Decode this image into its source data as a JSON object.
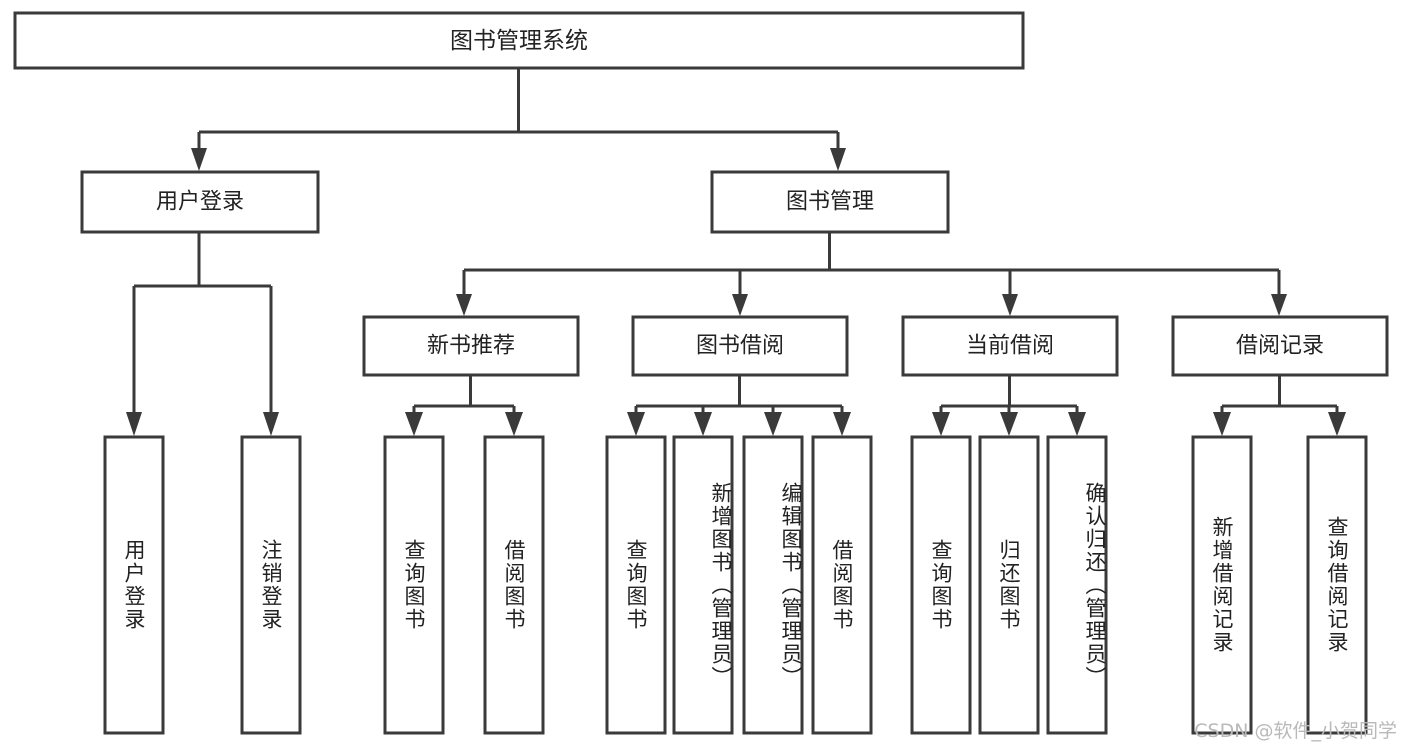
{
  "diagram": {
    "type": "tree-hierarchy",
    "title": "图书管理系统",
    "orientation": "top-down",
    "colors": {
      "box_stroke": "#3a3a3a",
      "box_fill": "#ffffff",
      "text": "#222222",
      "background": "#ffffff",
      "watermark": "#b9b9b9"
    },
    "levels": [
      {
        "level": 1,
        "nodes": [
          {
            "id": "root",
            "label": "图书管理系统",
            "orientation": "horizontal"
          }
        ]
      },
      {
        "level": 2,
        "nodes": [
          {
            "id": "user-login",
            "label": "用户登录",
            "orientation": "horizontal",
            "parent": "root"
          },
          {
            "id": "book-manage",
            "label": "图书管理",
            "orientation": "horizontal",
            "parent": "root"
          }
        ]
      },
      {
        "level": 3,
        "nodes": [
          {
            "id": "new-book-rec",
            "label": "新书推荐",
            "orientation": "horizontal",
            "parent": "book-manage"
          },
          {
            "id": "book-borrow",
            "label": "图书借阅",
            "orientation": "horizontal",
            "parent": "book-manage"
          },
          {
            "id": "current-borrow",
            "label": "当前借阅",
            "orientation": "horizontal",
            "parent": "book-manage"
          },
          {
            "id": "borrow-record",
            "label": "借阅记录",
            "orientation": "horizontal",
            "parent": "book-manage"
          }
        ]
      },
      {
        "level": 4,
        "nodes": [
          {
            "id": "leaf-user-login",
            "label": "用户登录",
            "orientation": "vertical",
            "parent": "user-login"
          },
          {
            "id": "leaf-logout",
            "label": "注销登录",
            "orientation": "vertical",
            "parent": "user-login"
          },
          {
            "id": "leaf-query-book-1",
            "label": "查询图书",
            "orientation": "vertical",
            "parent": "new-book-rec"
          },
          {
            "id": "leaf-borrow-book-1",
            "label": "借阅图书",
            "orientation": "vertical",
            "parent": "new-book-rec"
          },
          {
            "id": "leaf-query-book-2",
            "label": "查询图书",
            "orientation": "vertical",
            "parent": "book-borrow"
          },
          {
            "id": "leaf-add-book",
            "label": "新增图书（管理员）",
            "orientation": "vertical",
            "parent": "book-borrow"
          },
          {
            "id": "leaf-edit-book",
            "label": "编辑图书（管理员）",
            "orientation": "vertical",
            "parent": "book-borrow"
          },
          {
            "id": "leaf-borrow-book-2",
            "label": "借阅图书",
            "orientation": "vertical",
            "parent": "book-borrow"
          },
          {
            "id": "leaf-query-book-3",
            "label": "查询图书",
            "orientation": "vertical",
            "parent": "current-borrow"
          },
          {
            "id": "leaf-return-book",
            "label": "归还图书",
            "orientation": "vertical",
            "parent": "current-borrow"
          },
          {
            "id": "leaf-confirm-return",
            "label": "确认归还（管理员）",
            "orientation": "vertical",
            "parent": "current-borrow"
          },
          {
            "id": "leaf-add-record",
            "label": "新增借阅记录",
            "orientation": "vertical",
            "parent": "borrow-record"
          },
          {
            "id": "leaf-query-record",
            "label": "查询借阅记录",
            "orientation": "vertical",
            "parent": "borrow-record"
          }
        ]
      }
    ],
    "watermark": "CSDN @软件_小贺同学"
  }
}
